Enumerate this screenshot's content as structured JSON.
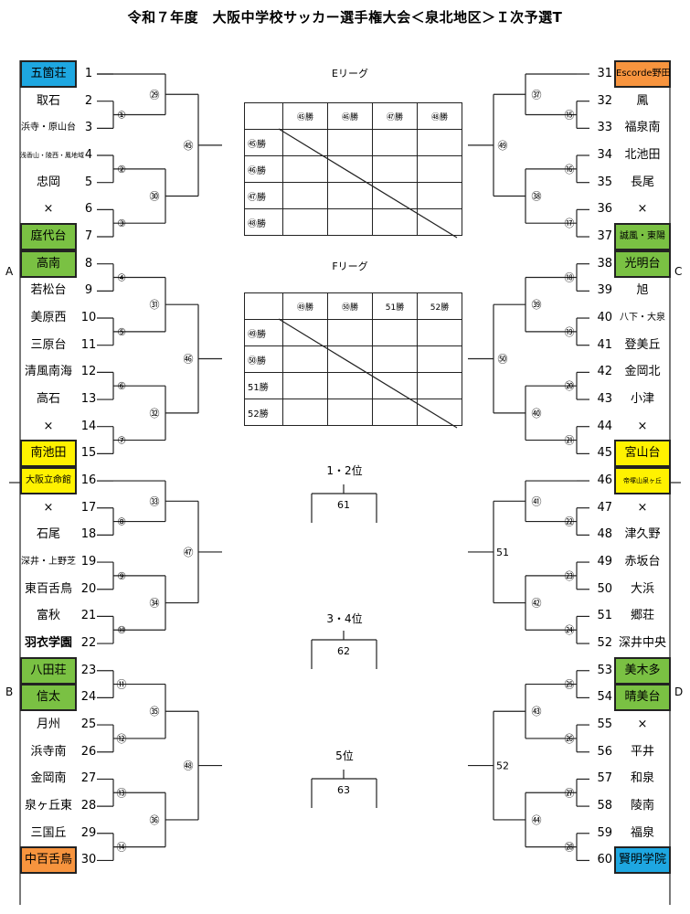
{
  "title": "令和７年度　大阪中学校サッカー選手権大会＜泉北地区＞Ｉ次予選T",
  "colors": {
    "blue": "#1ea7e1",
    "green": "#7ac143",
    "yellow": "#fff200",
    "orange": "#f7943e"
  },
  "left_teams": [
    {
      "num": "1",
      "name": "五箇荘",
      "color": "blue"
    },
    {
      "num": "2",
      "name": "取石"
    },
    {
      "num": "3",
      "name": "浜寺・原山台",
      "small": true
    },
    {
      "num": "4",
      "name": "浅香山・陵西・鳳地域",
      "tiny": true
    },
    {
      "num": "5",
      "name": "忠岡"
    },
    {
      "num": "6",
      "name": "×"
    },
    {
      "num": "7",
      "name": "庭代台",
      "color": "green"
    },
    {
      "num": "8",
      "name": "高南",
      "color": "green"
    },
    {
      "num": "9",
      "name": "若松台"
    },
    {
      "num": "10",
      "name": "美原西"
    },
    {
      "num": "11",
      "name": "三原台"
    },
    {
      "num": "12",
      "name": "清風南海"
    },
    {
      "num": "13",
      "name": "高石"
    },
    {
      "num": "14",
      "name": "×"
    },
    {
      "num": "15",
      "name": "南池田",
      "color": "yellow"
    },
    {
      "num": "16",
      "name": "大阪立命館",
      "color": "yellow",
      "small": true
    },
    {
      "num": "17",
      "name": "×"
    },
    {
      "num": "18",
      "name": "石尾"
    },
    {
      "num": "19",
      "name": "深井・上野芝",
      "small": true
    },
    {
      "num": "20",
      "name": "東百舌鳥"
    },
    {
      "num": "21",
      "name": "富秋"
    },
    {
      "num": "22",
      "name": "羽衣学園",
      "bold": true
    },
    {
      "num": "23",
      "name": "八田荘",
      "color": "green"
    },
    {
      "num": "24",
      "name": "信太",
      "color": "green"
    },
    {
      "num": "25",
      "name": "月州"
    },
    {
      "num": "26",
      "name": "浜寺南"
    },
    {
      "num": "27",
      "name": "金岡南"
    },
    {
      "num": "28",
      "name": "泉ヶ丘東"
    },
    {
      "num": "29",
      "name": "三国丘"
    },
    {
      "num": "30",
      "name": "中百舌鳥",
      "color": "orange"
    }
  ],
  "right_teams": [
    {
      "num": "31",
      "name": "Escorde野田",
      "color": "orange",
      "small": true
    },
    {
      "num": "32",
      "name": "鳳"
    },
    {
      "num": "33",
      "name": "福泉南"
    },
    {
      "num": "34",
      "name": "北池田"
    },
    {
      "num": "35",
      "name": "長尾"
    },
    {
      "num": "36",
      "name": "×"
    },
    {
      "num": "37",
      "name": "誠風・東陽",
      "color": "green",
      "small": true
    },
    {
      "num": "38",
      "name": "光明台",
      "color": "green"
    },
    {
      "num": "39",
      "name": "旭"
    },
    {
      "num": "40",
      "name": "八下・大泉",
      "small": true
    },
    {
      "num": "41",
      "name": "登美丘"
    },
    {
      "num": "42",
      "name": "金岡北"
    },
    {
      "num": "43",
      "name": "小津"
    },
    {
      "num": "44",
      "name": "×"
    },
    {
      "num": "45",
      "name": "宮山台",
      "color": "yellow"
    },
    {
      "num": "46",
      "name": "帝塚山泉ヶ丘",
      "color": "yellow",
      "tiny": true
    },
    {
      "num": "47",
      "name": "×"
    },
    {
      "num": "48",
      "name": "津久野"
    },
    {
      "num": "49",
      "name": "赤坂台"
    },
    {
      "num": "50",
      "name": "大浜"
    },
    {
      "num": "51",
      "name": "郷荘"
    },
    {
      "num": "52",
      "name": "深井中央"
    },
    {
      "num": "53",
      "name": "美木多",
      "color": "green"
    },
    {
      "num": "54",
      "name": "晴美台",
      "color": "green"
    },
    {
      "num": "55",
      "name": "×"
    },
    {
      "num": "56",
      "name": "平井"
    },
    {
      "num": "57",
      "name": "和泉"
    },
    {
      "num": "58",
      "name": "陵南"
    },
    {
      "num": "59",
      "name": "福泉"
    },
    {
      "num": "60",
      "name": "賢明学院",
      "color": "blue"
    }
  ],
  "block_labels": {
    "a": "A",
    "b": "B",
    "c": "C",
    "d": "D"
  },
  "match_labels": {
    "left_r1": [
      "①",
      "②",
      "③",
      "④",
      "⑤",
      "⑥",
      "⑦",
      "⑧",
      "⑨",
      "⑩",
      "⑪",
      "⑫",
      "⑬",
      "⑭"
    ],
    "left_r2": [
      "㉙",
      "㉚",
      "㉛",
      "㉜",
      "㉝",
      "㉞",
      "㉟",
      "㊱"
    ],
    "left_r3": [
      "㊺",
      "㊻",
      "㊼",
      "㊽"
    ],
    "right_r1": [
      "⑮",
      "⑯",
      "⑰",
      "⑱",
      "⑲",
      "⑳",
      "㉑",
      "㉒",
      "㉓",
      "㉔",
      "㉕",
      "㉖",
      "㉗",
      "㉘"
    ],
    "right_r2": [
      "㊲",
      "㊳",
      "㊴",
      "㊵",
      "㊶",
      "㊷",
      "㊸",
      "㊹"
    ],
    "right_r3": [
      "㊾",
      "㊿",
      "51",
      "52"
    ]
  },
  "league_e": {
    "title": "Eリーグ",
    "cols": [
      "㊺勝",
      "㊻勝",
      "㊼勝",
      "㊽勝"
    ],
    "rows": [
      "㊺勝",
      "㊻勝",
      "㊼勝",
      "㊽勝"
    ]
  },
  "league_f": {
    "title": "Fリーグ",
    "cols": [
      "㊾勝",
      "㊿勝",
      "51勝",
      "52勝"
    ],
    "rows": [
      "㊾勝",
      "㊿勝",
      "51勝",
      "52勝"
    ]
  },
  "ranking": [
    {
      "title": "1・2位",
      "match": "61"
    },
    {
      "title": "3・4位",
      "match": "62"
    },
    {
      "title": "5位",
      "match": "63"
    }
  ]
}
